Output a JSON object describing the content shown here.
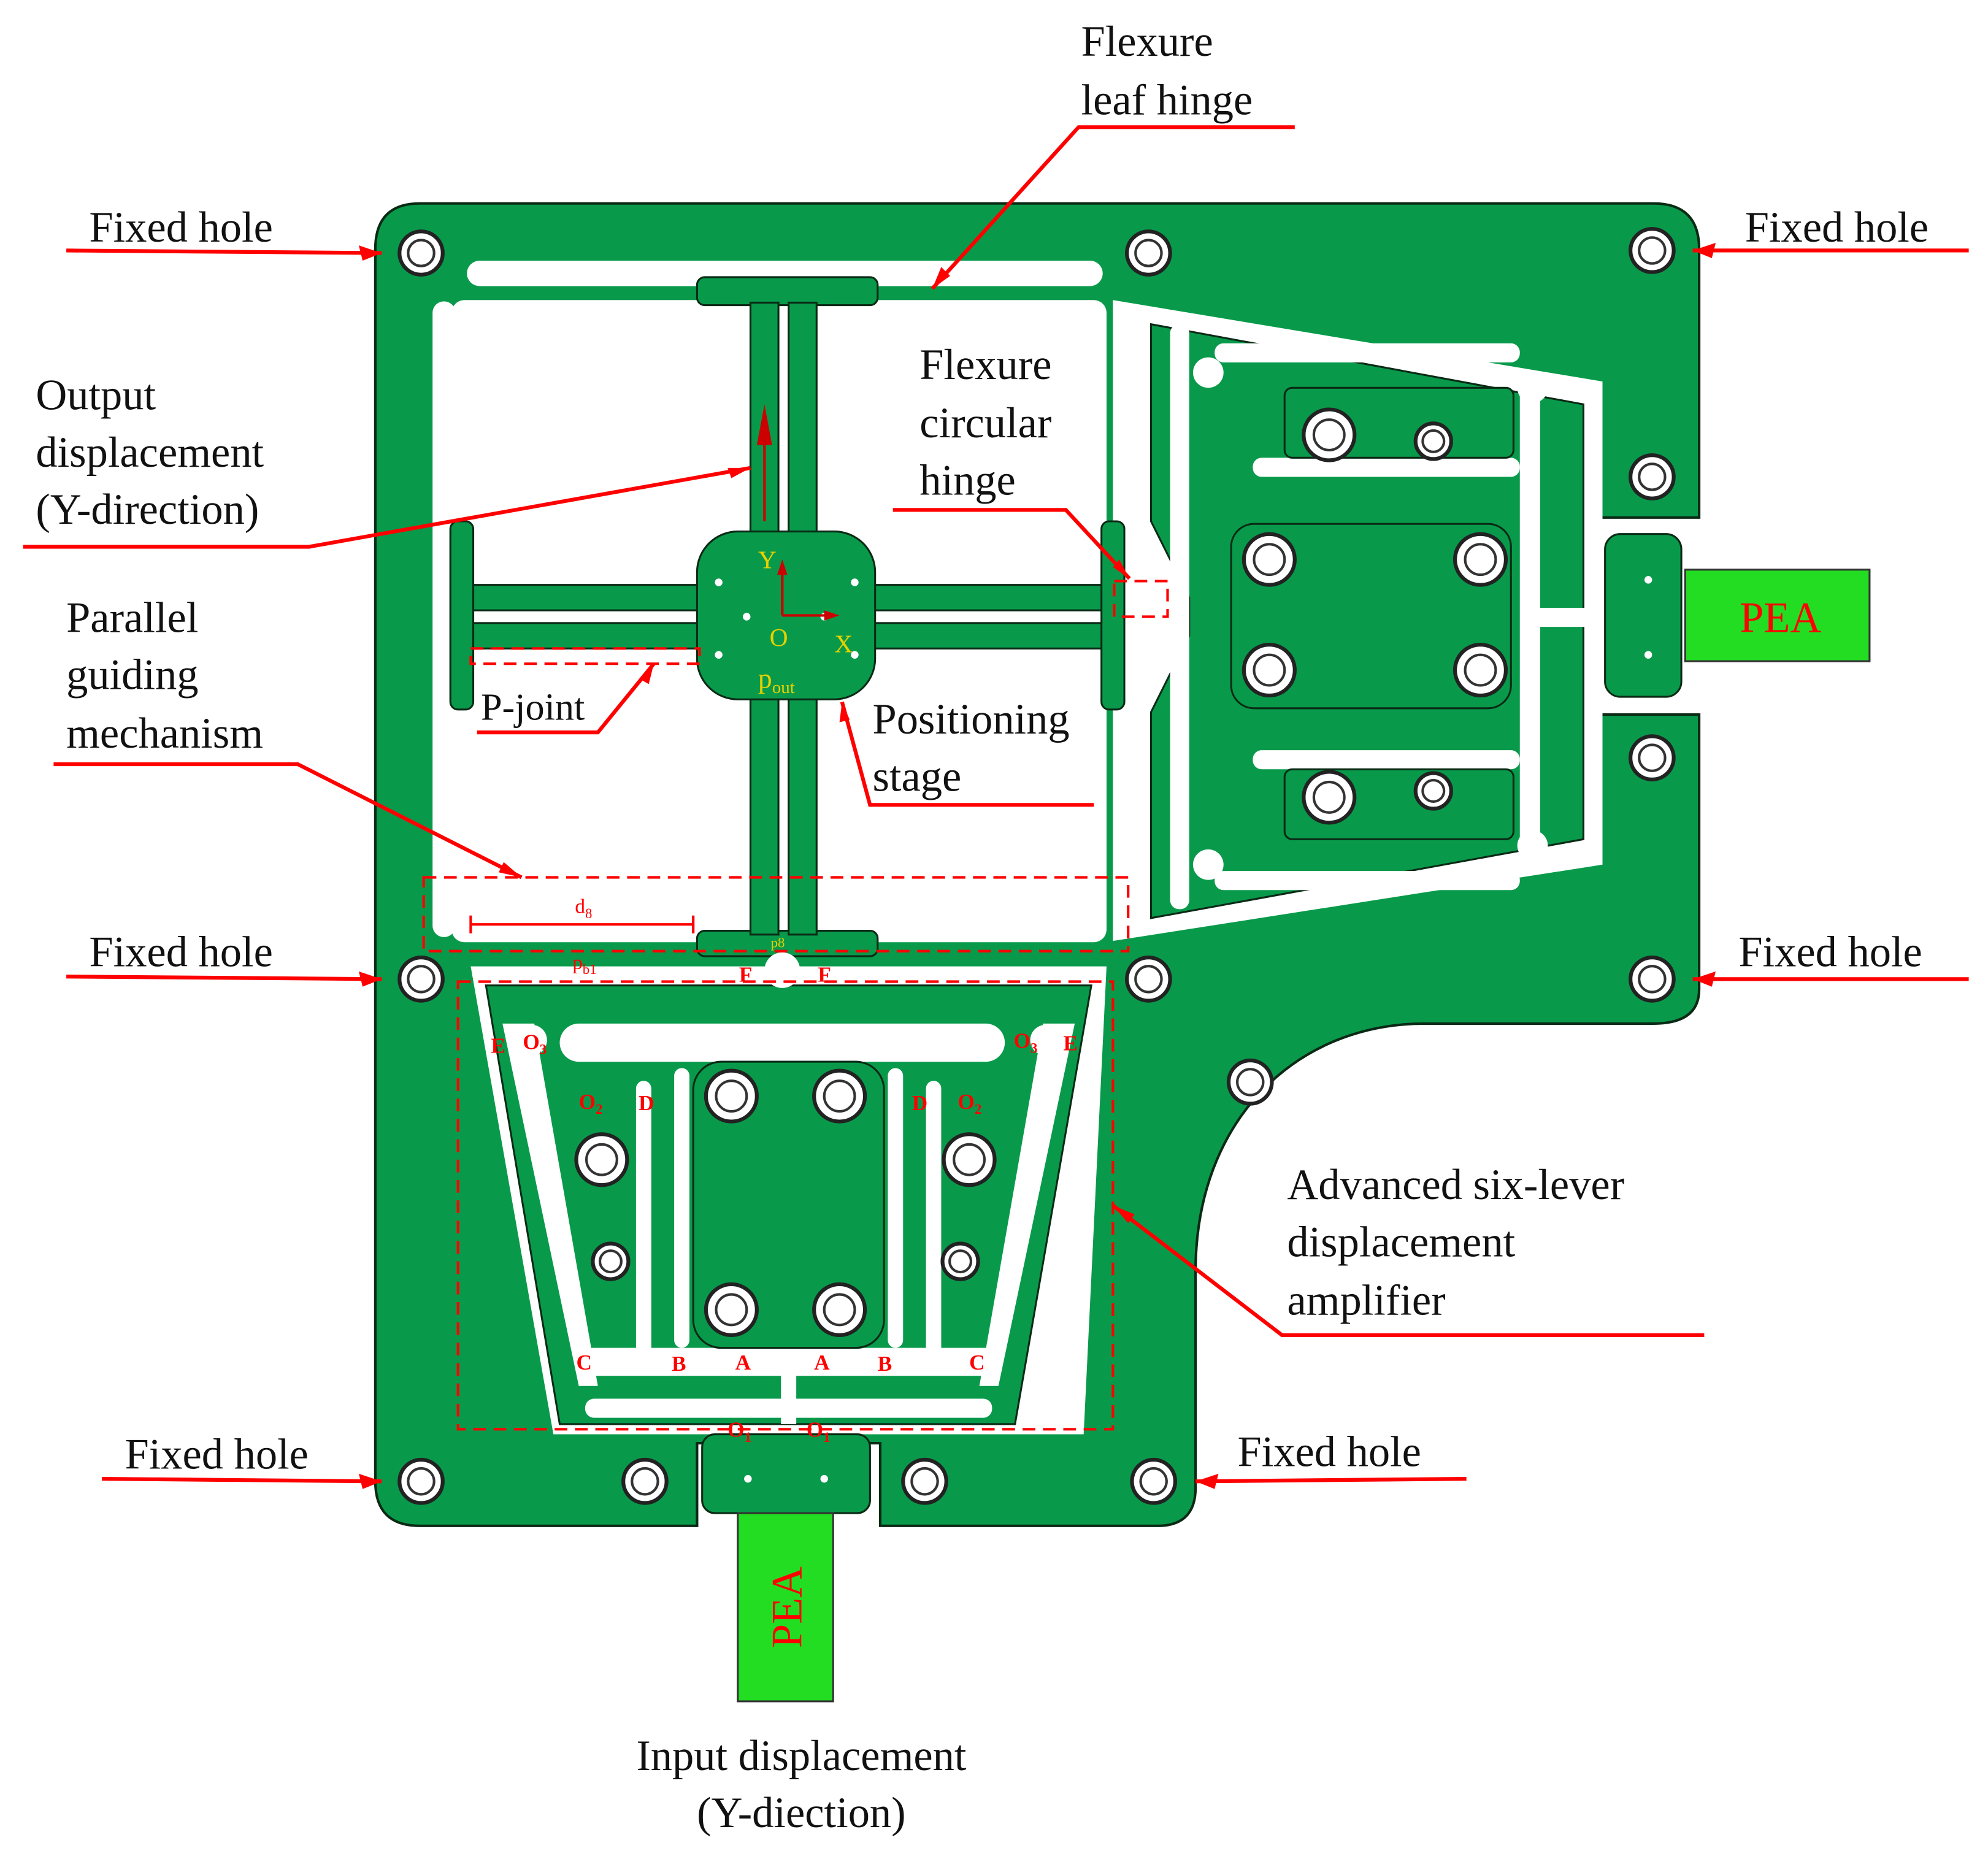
{
  "colors": {
    "body": "#089a4a",
    "body_dark": "#067a3a",
    "cut": "#ffffff",
    "outline": "#0a2a15",
    "pea": "#22dd22",
    "accent_red": "#ff0000",
    "coord_yellow": "#e6d100"
  },
  "labels": {
    "flexure_leaf_hinge": [
      "Flexure",
      "leaf hinge"
    ],
    "output_displacement": [
      "Output",
      "displacement",
      "(Y-direction)"
    ],
    "parallel_guiding": [
      "Parallel",
      "guiding",
      "mechanism"
    ],
    "flexure_circular_hinge": [
      "Flexure",
      "circular",
      "hinge"
    ],
    "positioning_stage": [
      "Positioning",
      "stage"
    ],
    "p_joint": "P-joint",
    "advanced_amplifier": [
      "Advanced six-lever",
      "displacement",
      "amplifier"
    ],
    "input_displacement": [
      "Input displacement",
      "(Y-diection)"
    ],
    "fixed_hole": "Fixed hole",
    "pea": "PEA"
  },
  "stage_symbols": {
    "y_axis": "Y",
    "x_axis": "X",
    "origin": "O",
    "p_out": "p",
    "p_out_sub": "out"
  },
  "dimension_symbols": {
    "d8": "d",
    "d8_sub": "8",
    "p8": "p8",
    "pb1": "p",
    "pb1_sub": "b1"
  },
  "hinge_points": {
    "A": "A",
    "B": "B",
    "C": "C",
    "D": "D",
    "E": "E",
    "F": "F",
    "O1": "O",
    "O1_sub": "1",
    "O2": "O",
    "O2_sub": "2",
    "O3": "O",
    "O3_sub": "3"
  }
}
